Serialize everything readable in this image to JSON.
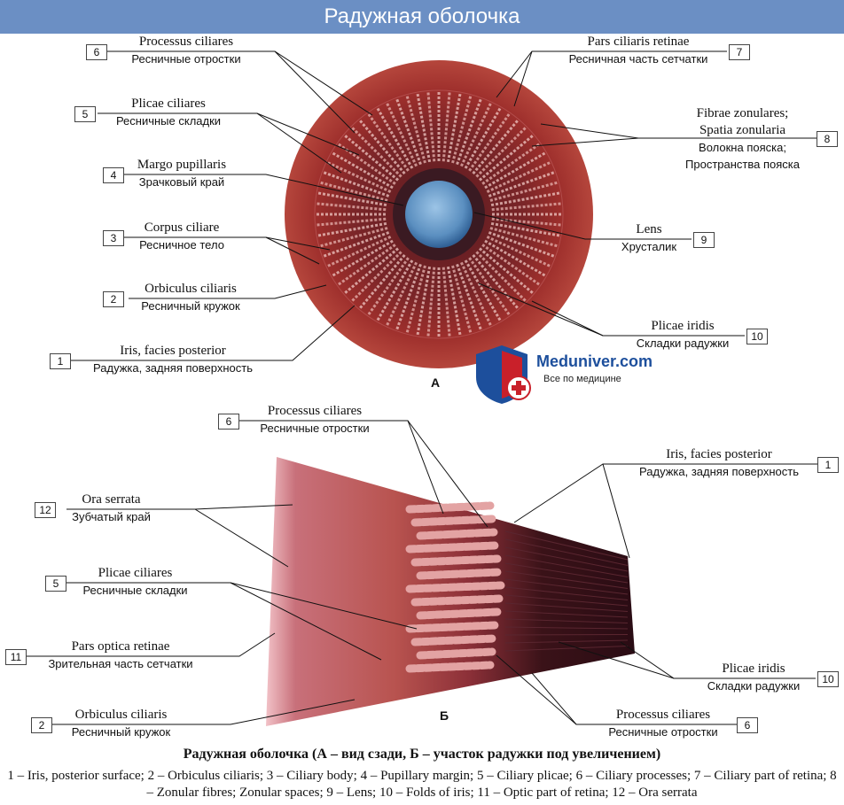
{
  "header": {
    "title": "Радужная оболочка"
  },
  "figure_a": {
    "letter": "А",
    "labels": [
      {
        "num": "6",
        "latin": "Processus ciliares",
        "russian": "Ресничные отростки"
      },
      {
        "num": "5",
        "latin": "Plicae ciliares",
        "russian": "Ресничные складки"
      },
      {
        "num": "4",
        "latin": "Margo pupillaris",
        "russian": "Зрачковый край"
      },
      {
        "num": "3",
        "latin": "Corpus ciliare",
        "russian": "Ресничное тело"
      },
      {
        "num": "2",
        "latin": "Orbiculus ciliaris",
        "russian": "Ресничный кружок"
      },
      {
        "num": "1",
        "latin": "Iris, facies posterior",
        "russian": "Радужка, задняя поверхность"
      },
      {
        "num": "7",
        "latin": "Pars ciliaris retinae",
        "russian": "Ресничная часть сетчатки"
      },
      {
        "num": "8",
        "latin": "Fibrae zonulares;",
        "latin2": "Spatia zonularia",
        "russian": "Волокна пояска;",
        "russian2": "Пространства пояска"
      },
      {
        "num": "9",
        "latin": "Lens",
        "russian": "Хрусталик"
      },
      {
        "num": "10",
        "latin": "Plicae iridis",
        "russian": "Складки радужки"
      }
    ]
  },
  "figure_b": {
    "letter": "Б",
    "labels": [
      {
        "num": "6",
        "latin": "Processus ciliares",
        "russian": "Ресничные отростки"
      },
      {
        "num": "12",
        "latin": "Ora serrata",
        "russian": "Зубчатый край"
      },
      {
        "num": "5",
        "latin": "Plicae ciliares",
        "russian": "Ресничные складки"
      },
      {
        "num": "11",
        "latin": "Pars optica retinae",
        "russian": "Зрительная часть сетчатки"
      },
      {
        "num": "2",
        "latin": "Orbiculus ciliaris",
        "russian": "Ресничный кружок"
      },
      {
        "num": "1",
        "latin": "Iris, facies posterior",
        "russian": "Радужка, задняя поверхность"
      },
      {
        "num": "10",
        "latin": "Plicae iridis",
        "russian": "Складки радужки"
      },
      {
        "num": "6",
        "latin": "Processus ciliares",
        "russian": "Ресничные отростки"
      }
    ]
  },
  "logo": {
    "name": "Meduniver.com",
    "tagline": "Все по медицине"
  },
  "caption": "Радужная оболочка (А – вид сзади, Б – участок радужки под увеличением)",
  "legend": "1 – Iris, posterior surface; 2 – Orbiculus ciliaris; 3 – Ciliary body; 4 – Pupillary margin; 5 – Ciliary plicae; 6 – Ciliary processes; 7 – Ciliary part of retina; 8 – Zonular fibres; Zonular spaces; 9 – Lens; 10 – Folds of iris; 11 – Optic part of retina; 12 – Ora serrata",
  "colors": {
    "header": "#6b8fc4",
    "tissue_outer": "#9e2f2c",
    "tissue_dark": "#3a1218",
    "lens": "#5b8fc0",
    "processes": "#e0a0a0"
  }
}
